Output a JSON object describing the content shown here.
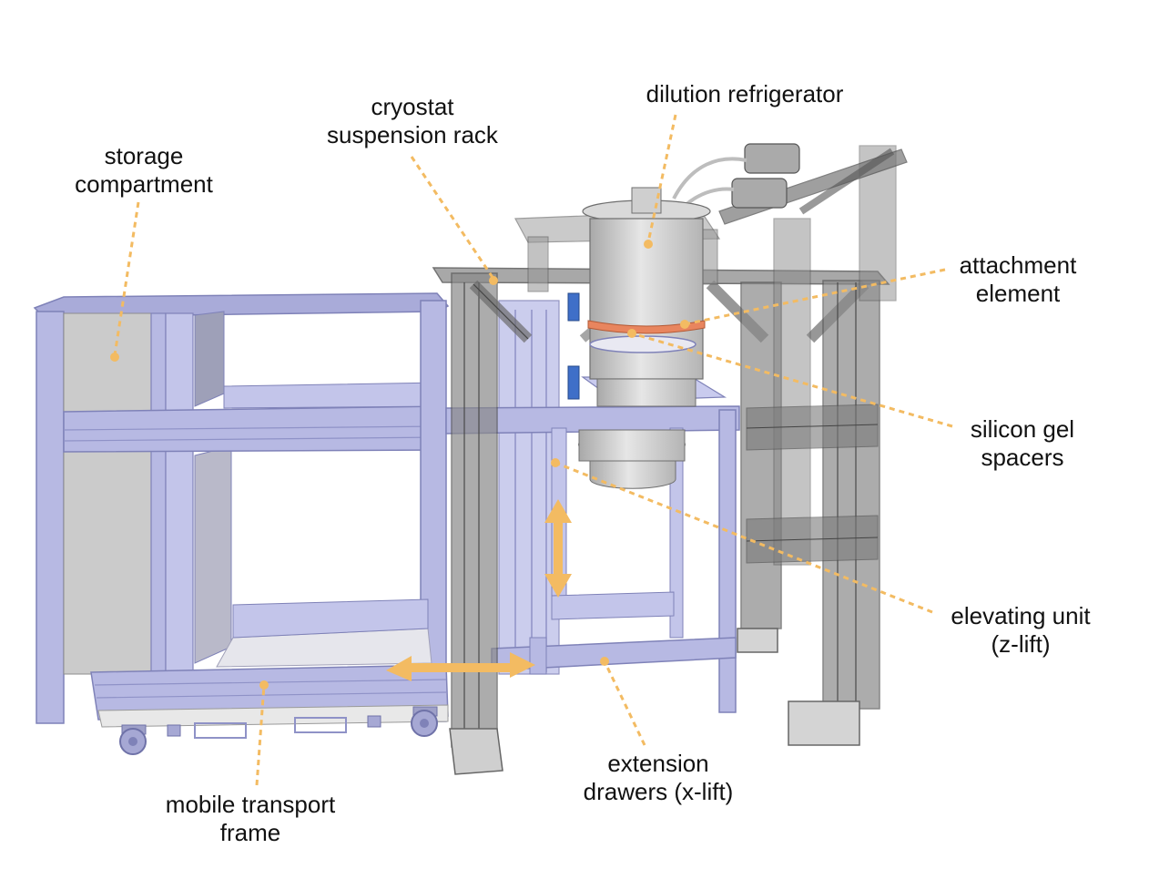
{
  "labels": {
    "storage": [
      "storage",
      "compartment"
    ],
    "rack": [
      "cryostat",
      "suspension rack"
    ],
    "dilution": [
      "dilution refrigerator"
    ],
    "attachment": [
      "attachment",
      "element"
    ],
    "silicon": [
      "silicon gel",
      "spacers"
    ],
    "elevating": [
      "elevating unit",
      "(z-lift)"
    ],
    "extension": [
      "extension",
      "drawers (x-lift)"
    ],
    "mobile": [
      "mobile transport",
      "frame"
    ]
  },
  "colors": {
    "leader": "#f3bb62",
    "frame": "#b7b9e3",
    "frame_edge": "#7f82b8",
    "steel": "#6f6f6f",
    "cryostat": "#cfcfcf",
    "attachment": "#e8855e",
    "blue": "#3f6fc8",
    "arrow": "#f3bb62"
  }
}
